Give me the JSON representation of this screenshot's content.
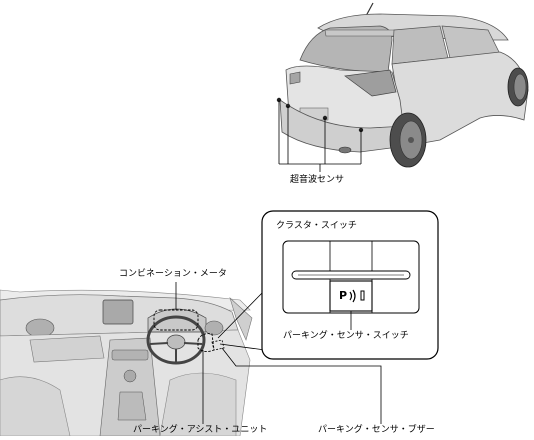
{
  "labels": {
    "ultrasonic_sensor": "超音波センサ",
    "cluster_switch": "クラスタ・スイッチ",
    "combination_meter": "コンビネーション・メータ",
    "parking_sensor_switch": "パーキング・センサ・スイッチ",
    "parking_assist_unit": "パーキング・アシスト・ユニット",
    "parking_sensor_buzzer": "パーキング・センサ・ブザー",
    "switch_icon_text": "P"
  },
  "colors": {
    "line": "#000000",
    "body_light": "#e6e6e6",
    "body_mid": "#cfcfcf",
    "body_dark": "#9a9a9a",
    "glass": "#b8b8b8",
    "tire": "#5a5a5a"
  }
}
